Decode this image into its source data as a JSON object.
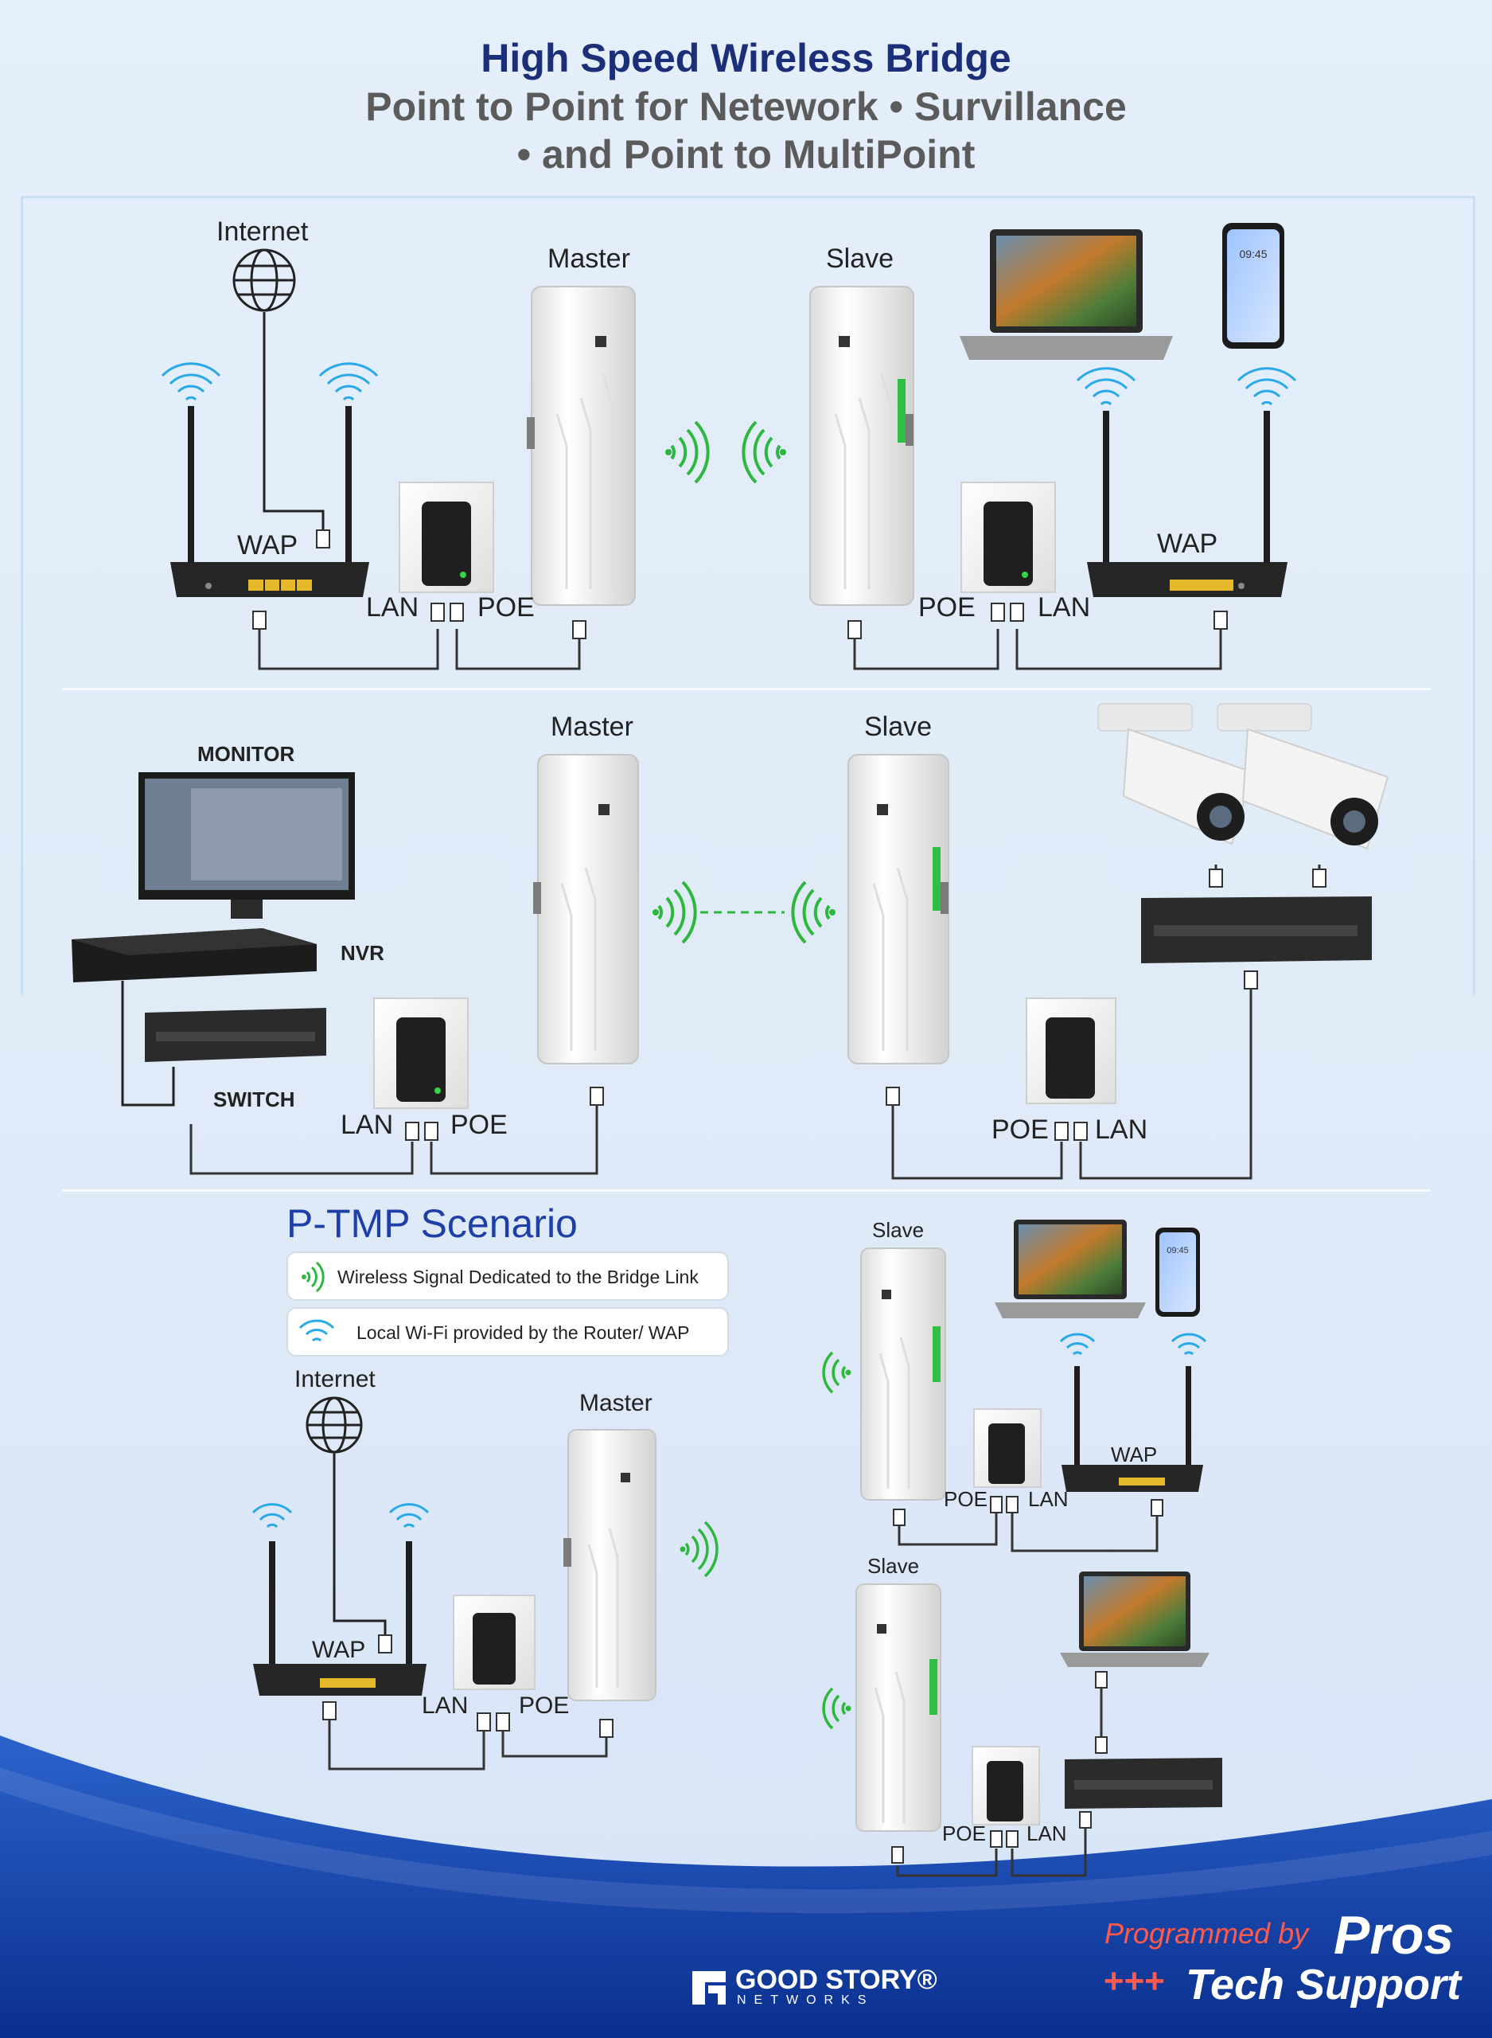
{
  "header": {
    "title": "High Speed Wireless Bridge",
    "subtitle_line1": "Point to Point for Netework • Survillance",
    "subtitle_line2": "• and Point to MultiPoint"
  },
  "section1": {
    "internet": "Internet",
    "master": "Master",
    "slave": "Slave",
    "wap_left": "WAP",
    "wap_right": "WAP",
    "lan_left": "LAN",
    "poe_left": "POE",
    "poe_right": "POE",
    "lan_right": "LAN",
    "phone_time": "09:45"
  },
  "section2": {
    "monitor": "MONITOR",
    "nvr": "NVR",
    "switch": "SWITCH",
    "master": "Master",
    "slave": "Slave",
    "lan_left": "LAN",
    "poe_left": "POE",
    "poe_right": "POE",
    "lan_right": "LAN"
  },
  "section3": {
    "title": "P-TMP Scenario",
    "legend_bridge": "Wireless Signal Dedicated to the Bridge Link",
    "legend_wifi": "Local Wi-Fi provided by the Router/ WAP",
    "internet": "Internet",
    "master": "Master",
    "wap_left": "WAP",
    "lan_left": "LAN",
    "poe_left": "POE",
    "slave_top": "Slave",
    "slave_bottom": "Slave",
    "wap_right": "WAP",
    "poe_top": "POE",
    "lan_top": "LAN",
    "poe_bottom": "POE",
    "lan_bottom": "LAN",
    "phone_time": "09:45"
  },
  "footer": {
    "brand_name": "GOOD STORY®",
    "brand_sub": "NETWORKS",
    "programmed_by": "Programmed by",
    "pros": "Pros",
    "plus": "+++",
    "tech_support": "Tech Support"
  },
  "colors": {
    "title_navy": "#1b2f78",
    "subtitle_gray": "#5b5b5b",
    "bridge_signal_green": "#2db83d",
    "wifi_blue": "#29a9e8",
    "footer_blue": "#0d3ea6",
    "accent_red": "#ff5a4c"
  }
}
